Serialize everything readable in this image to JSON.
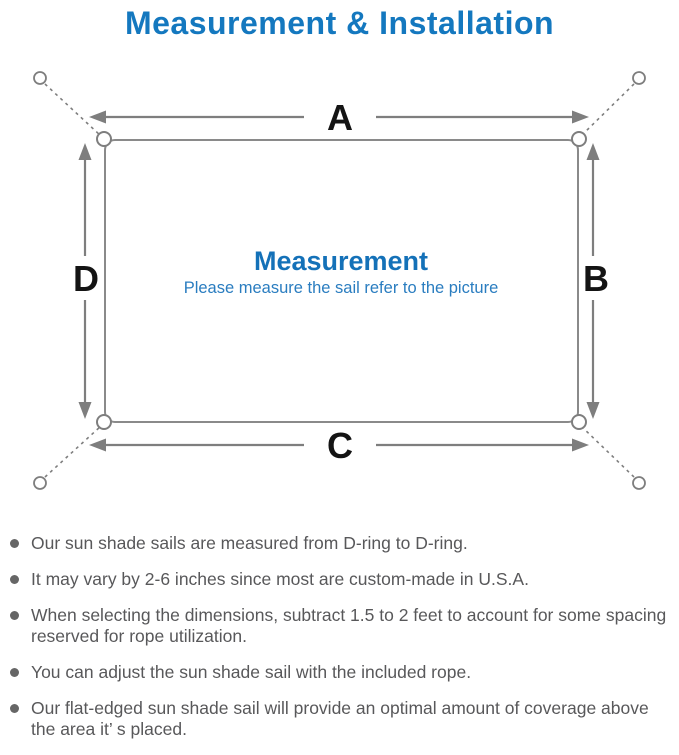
{
  "title": "Measurement & Installation",
  "diagram": {
    "labels": {
      "top": "A",
      "right": "B",
      "bottom": "C",
      "left": "D"
    },
    "center_title": "Measurement",
    "center_subtitle": "Please measure the sail refer to the picture"
  },
  "colors": {
    "title_blue": "#1478bf",
    "heading_blue": "#1471b8",
    "subtitle_blue": "#2a7dc0",
    "diagram_gray": "#7e7e7e",
    "label_color": "#141414",
    "note_text": "#58585a",
    "bullet_gray": "#666666"
  },
  "notes": [
    "Our sun shade sails are measured from D-ring to D-ring.",
    "It may vary by 2-6 inches since most are custom-made in U.S.A.",
    "When selecting the dimensions, subtract 1.5 to 2 feet to account for some spacing reserved for rope utilization.",
    "You can adjust the sun shade sail with the included rope.",
    "Our flat-edged sun shade sail will provide an optimal amount of coverage above the area it’ s placed."
  ]
}
